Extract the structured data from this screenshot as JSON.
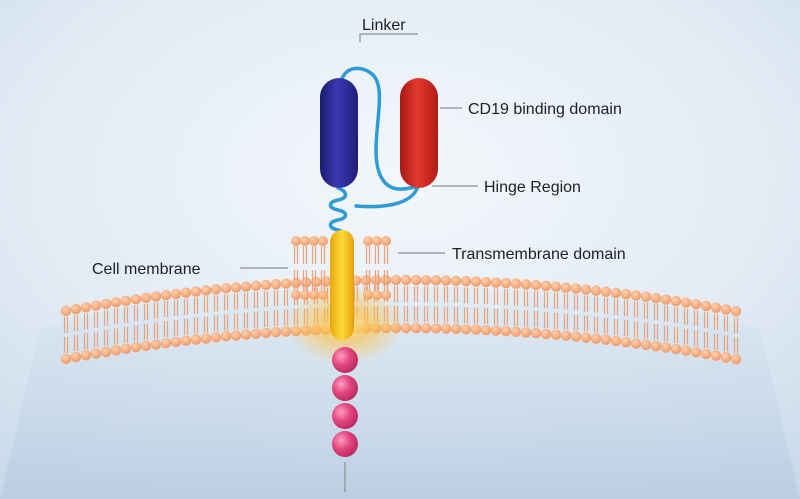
{
  "labels": {
    "linker": "Linker",
    "cd19_binding_domain": "CD19 binding domain",
    "hinge_region": "Hinge Region",
    "transmembrane_domain": "Transmembrane domain",
    "cell_membrane": "Cell membrane"
  },
  "colors": {
    "background": "#e3edf6",
    "heavy_chain": "#2b2a94",
    "light_chain": "#d42b24",
    "linker": "#2e9bd6",
    "transmembrane": "#f6c51a",
    "lipid_head": "#f3a672",
    "signaling_bead": "#e0457d",
    "leader_line": "#8a8f96"
  }
}
